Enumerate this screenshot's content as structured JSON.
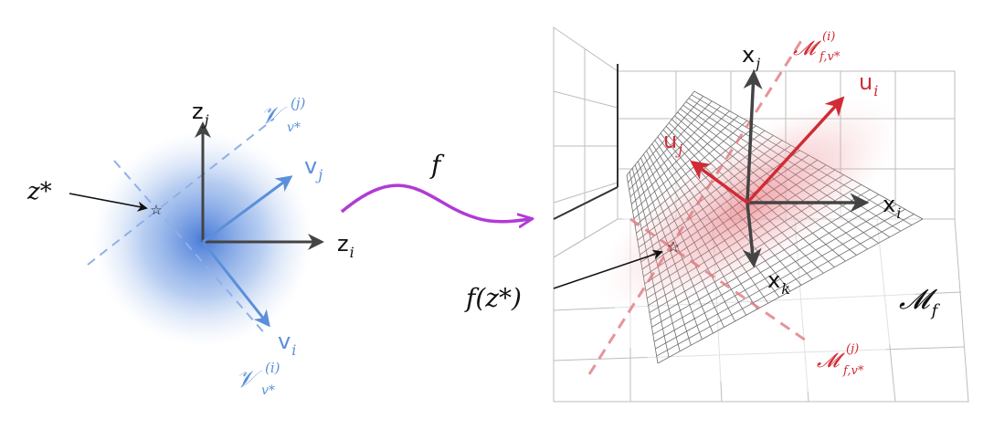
{
  "latent": {
    "axis_z_i": "z",
    "axis_z_i_sub": "i",
    "axis_z_j": "z",
    "axis_z_j_sub": "j",
    "vec_v_i": "v",
    "vec_v_i_sub": "i",
    "vec_v_j": "v",
    "vec_v_j_sub": "j",
    "point_z_star": "z*",
    "sub_V_j": "𝒱",
    "sub_V_j_sup": "(j)",
    "sub_V_j_sub": "v*",
    "sub_V_i": "𝒱",
    "sub_V_i_sup": "(i)",
    "sub_V_i_sub": "v*"
  },
  "map": {
    "label": "f"
  },
  "manifold": {
    "label": "𝓜",
    "label_sub": "f",
    "axis_x_i": "x",
    "axis_x_i_sub": "i",
    "axis_x_j": "x",
    "axis_x_j_sub": "j",
    "axis_x_k": "x",
    "axis_x_k_sub": "k",
    "vec_u_i": "u",
    "vec_u_i_sub": "i",
    "vec_u_j": "u",
    "vec_u_j_sub": "j",
    "point_f_z_star": "f(z*)",
    "sub_M_i": "𝓜",
    "sub_M_i_sup": "(i)",
    "sub_M_i_sub": "f,v*",
    "sub_M_j": "𝓜",
    "sub_M_j_sup": "(j)",
    "sub_M_j_sub": "f,v*"
  },
  "colors": {
    "latent_blue": "#5b8fd9",
    "manifold_red": "#d12b35",
    "map_purple": "#b23ad6",
    "axis_gray": "#444444",
    "grid_gray": "#9a9a9a"
  }
}
